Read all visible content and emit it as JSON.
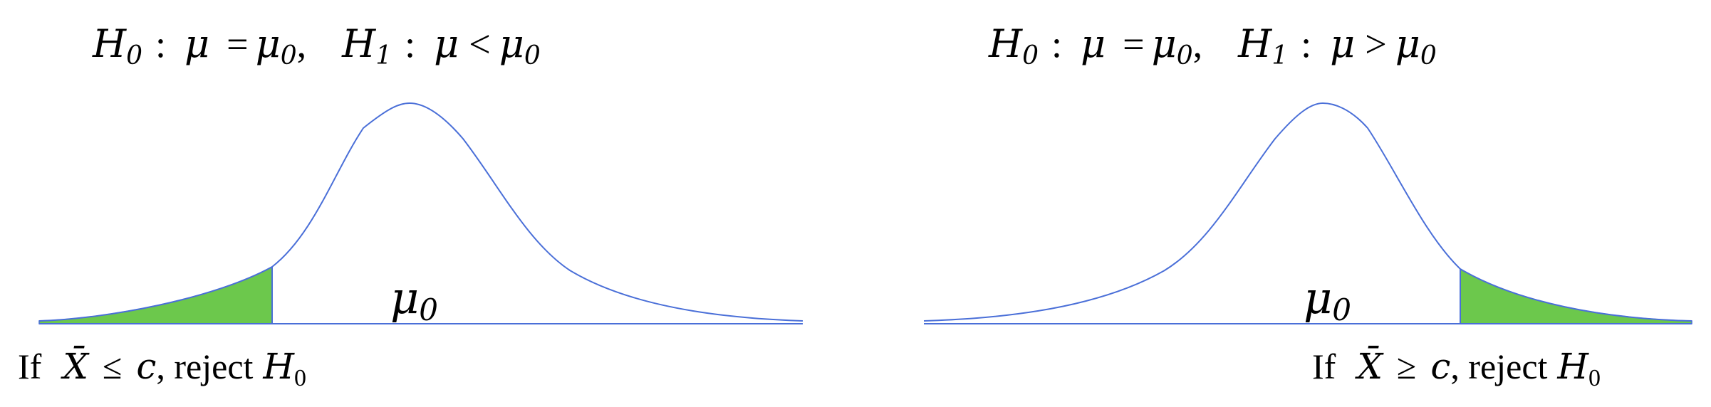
{
  "colors": {
    "curve": "#4a6fd8",
    "rejection_fill": "#6cc84c",
    "text": "#000000"
  },
  "panels": [
    {
      "tail": "left",
      "hyp": {
        "h0_letter": "H",
        "h0_sub": "0",
        "h0_colon": ":",
        "h0_mu": "μ",
        "h0_eq": "=",
        "h0_mu0": "μ",
        "h0_mu0_sub": "0",
        "h0_comma": ",",
        "h1_letter": "H",
        "h1_sub": "1",
        "h1_colon": ":",
        "h1_mu": "μ",
        "h1_op": "<",
        "h1_mu0": "μ",
        "h1_mu0_sub": "0"
      },
      "center": {
        "mu": "μ",
        "sub": "0"
      },
      "decision": {
        "if": "If",
        "xbar": "X̄",
        "op": "≤",
        "c": "c",
        "tail_text": ", reject",
        "h": "H",
        "h_sub": "0"
      }
    },
    {
      "tail": "right",
      "hyp": {
        "h0_letter": "H",
        "h0_sub": "0",
        "h0_colon": ":",
        "h0_mu": "μ",
        "h0_eq": "=",
        "h0_mu0": "μ",
        "h0_mu0_sub": "0",
        "h0_comma": ",",
        "h1_letter": "H",
        "h1_sub": "1",
        "h1_colon": ":",
        "h1_mu": "μ",
        "h1_op": ">",
        "h1_mu0": "μ",
        "h1_mu0_sub": "0"
      },
      "center": {
        "mu": "μ",
        "sub": "0"
      },
      "decision": {
        "if": "If",
        "xbar": "X̄",
        "op": "≥",
        "c": "c",
        "tail_text": ", reject",
        "h": "H",
        "h_sub": "0"
      }
    }
  ]
}
